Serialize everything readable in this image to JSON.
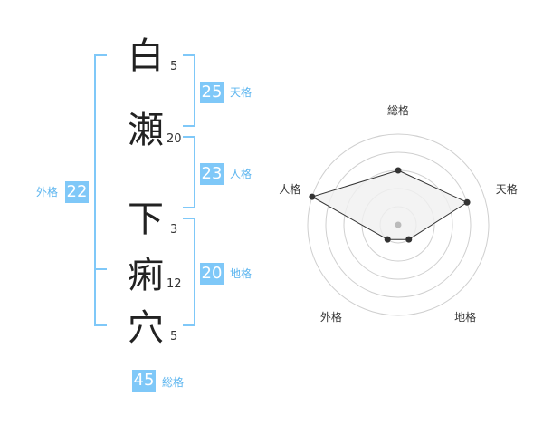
{
  "chars": [
    {
      "char": "白",
      "strokes": "5"
    },
    {
      "char": "瀬",
      "strokes": "20"
    },
    {
      "char": "下",
      "strokes": "3"
    },
    {
      "char": "痢",
      "strokes": "12"
    },
    {
      "char": "穴",
      "strokes": "5"
    }
  ],
  "kakusu": {
    "tenkaku": {
      "value": "25",
      "label": "天格"
    },
    "jinkaku": {
      "value": "23",
      "label": "人格"
    },
    "chikaku": {
      "value": "20",
      "label": "地格"
    },
    "gaikaku": {
      "value": "22",
      "label": "外格"
    },
    "soukaku": {
      "value": "45",
      "label": "総格"
    }
  },
  "radar": {
    "axes": [
      "総格",
      "天格",
      "地格",
      "外格",
      "人格"
    ],
    "values": [
      3,
      4,
      1,
      1,
      5
    ],
    "max": 5,
    "colors": {
      "ring": "#cfcfcf",
      "fill": "#f0f0f0",
      "line": "#333333",
      "point": "#333333",
      "center": "#bbbbbb"
    }
  }
}
